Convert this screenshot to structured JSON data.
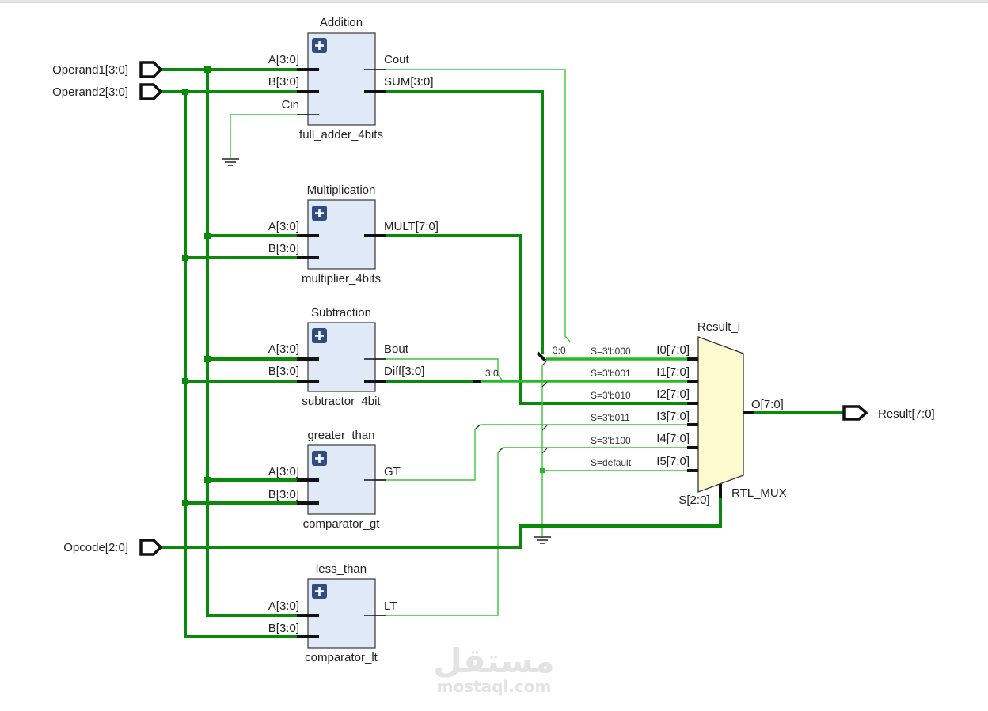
{
  "diagram": {
    "title": "RTL Schematic - ALU",
    "inputs": [
      {
        "name": "Operand1[3:0]"
      },
      {
        "name": "Operand2[3:0]"
      },
      {
        "name": "Opcode[2:0]"
      }
    ],
    "outputs": [
      {
        "name": "Result[7:0]"
      }
    ],
    "blocks": [
      {
        "instance": "Addition",
        "module": "full_adder_4bits",
        "in_pins": [
          "A[3:0]",
          "B[3:0]",
          "Cin"
        ],
        "out_pins": [
          "Cout",
          "SUM[3:0]"
        ]
      },
      {
        "instance": "Multiplication",
        "module": "multiplier_4bits",
        "in_pins": [
          "A[3:0]",
          "B[3:0]"
        ],
        "out_pins": [
          "MULT[7:0]"
        ]
      },
      {
        "instance": "Subtraction",
        "module": "subtractor_4bit",
        "in_pins": [
          "A[3:0]",
          "B[3:0]"
        ],
        "out_pins": [
          "Bout",
          "Diff[3:0]"
        ]
      },
      {
        "instance": "greater_than",
        "module": "comparator_gt",
        "in_pins": [
          "A[3:0]",
          "B[3:0]"
        ],
        "out_pins": [
          "GT"
        ]
      },
      {
        "instance": "less_than",
        "module": "comparator_lt",
        "in_pins": [
          "A[3:0]",
          "B[3:0]"
        ],
        "out_pins": [
          "LT"
        ]
      }
    ],
    "mux": {
      "instance": "Result_i",
      "type": "RTL_MUX",
      "inputs": [
        "I0[7:0]",
        "I1[7:0]",
        "I2[7:0]",
        "I3[7:0]",
        "I4[7:0]",
        "I5[7:0]"
      ],
      "selects": [
        "S=3'b000",
        "S=3'b001",
        "S=3'b010",
        "S=3'b011",
        "S=3'b100",
        "S=default"
      ],
      "select_pin": "S[2:0]",
      "output_pin": "O[7:0]"
    },
    "ripper_labels": [
      "3:0",
      "3:0"
    ],
    "expand_icon": "plus-icon",
    "colors": {
      "bus": "#0a8a0a",
      "net": "#3cc43c",
      "block_fill": "#dfe9f7",
      "mux_fill": "#fdfad0",
      "expand_button": "#2f4d80"
    }
  },
  "watermark": {
    "arabic": "مستقل",
    "site": "mostaql.com"
  }
}
